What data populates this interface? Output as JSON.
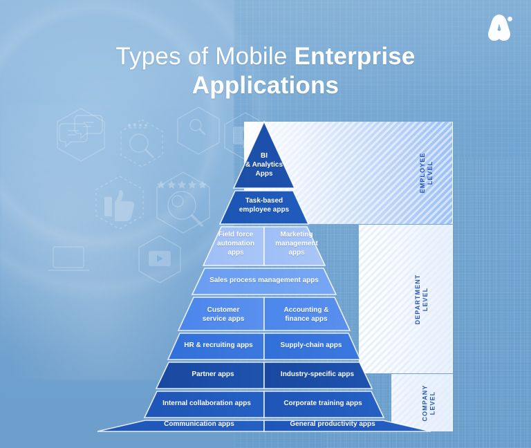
{
  "page": {
    "title_line1_regular": "Types of Mobile ",
    "title_line1_bold": "Enterprise",
    "title_line2": "Applications",
    "logo_name": "company-logo-a-mark",
    "background_colors": {
      "page_bg": "#7ba9d6",
      "accent_dark": "#1a4a9e",
      "accent_mid": "#2058ba",
      "accent_light": "#9dbdf5",
      "label_blue": "#2a56b8"
    }
  },
  "levels": [
    {
      "id": "employee",
      "line1": "EMPLOYEE",
      "line2": "LEVEL"
    },
    {
      "id": "department",
      "line1": "DEPARTMENT",
      "line2": "LEVEL"
    },
    {
      "id": "company",
      "line1": "COMPANY",
      "line2": "LEVEL"
    }
  ],
  "chart_data": {
    "type": "pyramid",
    "title": "Types of Mobile Enterprise Applications",
    "level_groups": [
      "EMPLOYEE LEVEL",
      "DEPARTMENT LEVEL",
      "COMPANY LEVEL"
    ],
    "rows": [
      {
        "index": 1,
        "level": "EMPLOYEE LEVEL",
        "color": "#1a4a9e",
        "cells": [
          "BI\n& Analytics\nApps"
        ]
      },
      {
        "index": 2,
        "level": "EMPLOYEE LEVEL",
        "color": "#1d55b5",
        "cells": [
          "Task-based\nemployee apps"
        ]
      },
      {
        "index": 3,
        "level": "DEPARTMENT LEVEL",
        "color": "#9dbdf5",
        "cells": [
          "Field force\nautomation\napps",
          "Marketing\nmanagement\napps"
        ]
      },
      {
        "index": 4,
        "level": "DEPARTMENT LEVEL",
        "color": "#6b9ef2",
        "cells": [
          "Sales process management apps"
        ]
      },
      {
        "index": 5,
        "level": "DEPARTMENT LEVEL",
        "color": "#4a86ec",
        "cells": [
          "Customer\nservice apps",
          "Accounting &\nfinance apps"
        ]
      },
      {
        "index": 6,
        "level": "DEPARTMENT LEVEL",
        "color": "#3270d9",
        "cells": [
          "HR & recruiting apps",
          "Supply-chain apps"
        ]
      },
      {
        "index": 7,
        "level": "DEPARTMENT LEVEL",
        "color": "#1b4fae",
        "cells": [
          "Partner apps",
          "Industry-specific apps"
        ]
      },
      {
        "index": 8,
        "level": "COMPANY LEVEL",
        "color": "#2159bd",
        "cells": [
          "Internal collaboration apps",
          "Corporate training apps"
        ]
      },
      {
        "index": 9,
        "level": "COMPANY LEVEL",
        "color": "#2058ba",
        "cells": [
          "Communication apps",
          "General productivity apps"
        ]
      }
    ]
  },
  "pyramid": {
    "r1": {
      "c1": {
        "l1": "BI",
        "l2": "& Analytics",
        "l3": "Apps"
      }
    },
    "r2": {
      "c1": {
        "l1": "Task-based",
        "l2": "employee apps"
      }
    },
    "r3": {
      "c1": {
        "l1": "Field force",
        "l2": "automation",
        "l3": "apps"
      },
      "c2": {
        "l1": "Marketing",
        "l2": "management",
        "l3": "apps"
      }
    },
    "r4": {
      "c1": {
        "l1": "Sales process management apps"
      }
    },
    "r5": {
      "c1": {
        "l1": "Customer",
        "l2": "service apps"
      },
      "c2": {
        "l1": "Accounting &",
        "l2": "finance apps"
      }
    },
    "r6": {
      "c1": {
        "l1": "HR & recruiting apps"
      },
      "c2": {
        "l1": "Supply-chain apps"
      }
    },
    "r7": {
      "c1": {
        "l1": "Partner apps"
      },
      "c2": {
        "l1": "Industry-specific apps"
      }
    },
    "r8": {
      "c1": {
        "l1": "Internal collaboration apps"
      },
      "c2": {
        "l1": "Corporate training apps"
      }
    },
    "r9": {
      "c1": {
        "l1": "Communication apps"
      },
      "c2": {
        "l1": "General productivity apps"
      }
    }
  }
}
